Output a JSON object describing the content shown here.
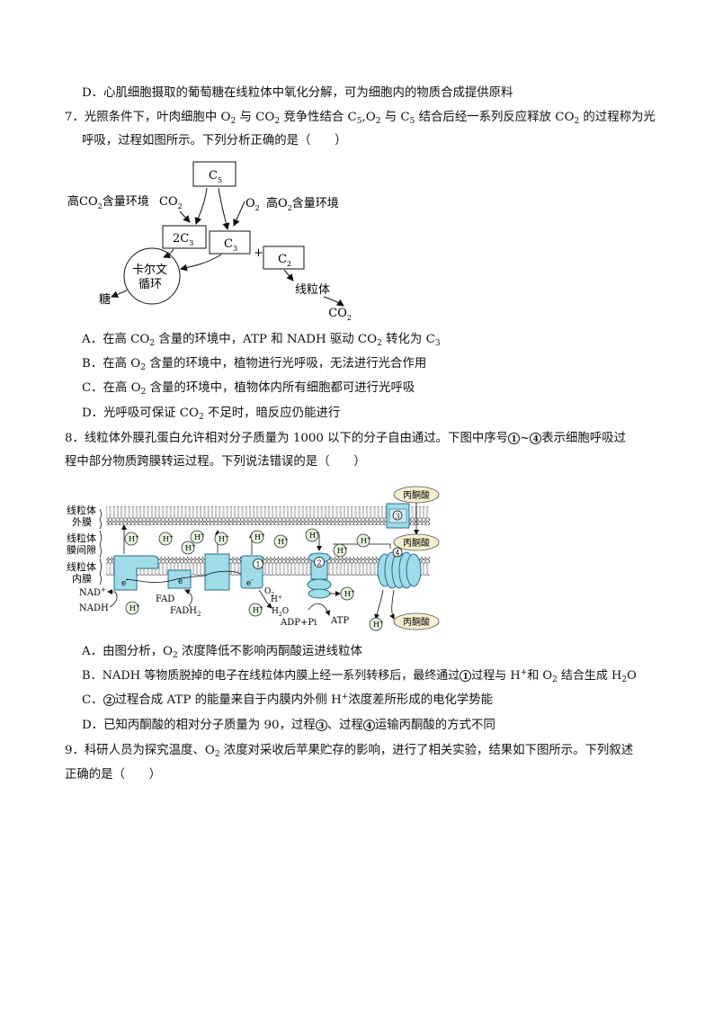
{
  "q6d": {
    "label": "D．",
    "text": "心肌细胞摄取的葡萄糖在线粒体中氧化分解，可为细胞内的物质合成提供原料"
  },
  "q7": {
    "number": "7．",
    "stem_l1_a": "光照条件下，叶肉细胞中 O",
    "stem_l1_b": " 与 CO",
    "stem_l1_c": " 竞争性结合 C",
    "stem_l1_d": ",O",
    "stem_l1_e": " 与 C",
    "stem_l1_f": " 结合后经一系列反应释放 CO",
    "stem_l1_g": " 的过程称为光",
    "stem_l2": "呼吸，过程如图所示。下列分析正确的是（　　）",
    "sub2": "2",
    "sub5": "5",
    "diagram": {
      "c5": "C",
      "c5_sub": "5",
      "high_co2": "高CO",
      "high_co2_sub": "2",
      "high_co2_tail": "含量环境",
      "co2_label": "CO",
      "co2_sub": "2",
      "o2_label": "O",
      "o2_sub": "2",
      "high_o2": "高O",
      "high_o2_sub": "2",
      "high_o2_tail": "含量环境",
      "two_c3": "2C",
      "two_c3_sub": "3",
      "c3": "C",
      "c3_sub": "3",
      "plus": "+",
      "c2": "C",
      "c2_sub": "2",
      "calvin_1": "卡尔文",
      "calvin_2": "循环",
      "sugar": "糖",
      "mito": "线粒体",
      "co2_out": "CO",
      "co2_out_sub": "2"
    },
    "optA": {
      "label": "A．",
      "a": "在高 CO",
      "b": " 含量的环境中，ATP 和 NADH 驱动 CO",
      "c": " 转化为 C",
      "s1": "2",
      "s2": "2",
      "s3": "3"
    },
    "optB": {
      "label": "B．",
      "a": "在高 O",
      "b": " 含量的环境中，植物进行光呼吸，无法进行光合作用",
      "s1": "2"
    },
    "optC": {
      "label": "C．",
      "a": "在高 O",
      "b": " 含量的环境中，植物体内所有细胞都可进行光呼吸",
      "s1": "2"
    },
    "optD": {
      "label": "D．",
      "a": "光呼吸可保证 CO",
      "b": " 不足时，暗反应仍能进行",
      "s1": "2"
    }
  },
  "q8": {
    "number": "8．",
    "stem_l1_a": "线粒体外膜孔蛋白允许相对分子质量为 1000 以下的分子自由通过。下图中序号",
    "circ1": "1",
    "tilde": "~",
    "circ4": "4",
    "stem_l1_b": "表示细胞呼吸过",
    "stem_l2": "程中部分物质跨膜转运过程。下列说法错误的是（　　）",
    "diagram": {
      "outer_1": "线粒体",
      "outer_2": "外膜",
      "ims_1": "线粒体",
      "ims_2": "膜间隙",
      "inner_1": "线粒体",
      "inner_2": "内膜",
      "pyruvate": "丙酮酸",
      "hplus": "H",
      "plus_sign": "+",
      "e": "e",
      "minus": "-",
      "nad": "NAD",
      "nadh": "NADH",
      "fad": "FAD",
      "fadh": "FADH",
      "fadh_sub": "2",
      "o2": "O",
      "o2_sub": "2",
      "h2o": "H",
      "h2o_sub": "2",
      "h2o_o": "O",
      "adp": "ADP+Pi",
      "atp": "ATP",
      "n1": "1",
      "n2": "2",
      "n3": "3",
      "n4": "4"
    },
    "optA": {
      "label": "A．",
      "a": "由图分析，O",
      "b": " 浓度降低不影响丙酮酸运进线粒体",
      "s1": "2"
    },
    "optB": {
      "label": "B．",
      "a": "NADH  等物质脱掉的电子在线粒体内膜上经一系列转移后，最终通过",
      "circ": "1",
      "b": "过程与 H",
      "c": "和 O",
      "d": " 结合生成 H",
      "e": "O",
      "sup": "+",
      "s1": "2",
      "s2": "2"
    },
    "optC": {
      "label": "C．",
      "circ": "2",
      "a": "过程合成 ATP  的能量来自于内膜内外侧 H",
      "b": "浓度差所形成的电化学势能",
      "sup": "+"
    },
    "optD": {
      "label": "D．",
      "a": "已知丙酮酸的相对分子质量为 90，过程",
      "circ3": "3",
      "mid": "、过程",
      "circ4": "4",
      "b": "运输丙酮酸的方式不同"
    }
  },
  "q9": {
    "number": "9．",
    "stem_l1_a": "科研人员为探究温度、O",
    "stem_l1_b": " 浓度对采收后苹果贮存的影响，进行了相关实验，结果如下图所示。下列叙述",
    "sub2": "2",
    "stem_l2": "正确的是（　　）"
  },
  "colors": {
    "protein": "#9fdbe8",
    "protein_edge": "#2a6f83",
    "pyruvate_fill": "#f6efcf",
    "membrane": "#ffffff"
  }
}
